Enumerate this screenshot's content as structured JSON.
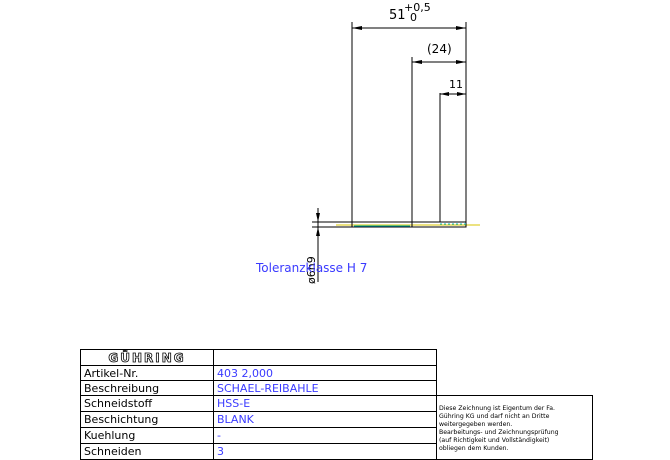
{
  "drawing": {
    "dim_overall": {
      "nominal": "51",
      "upper": "+0,5",
      "lower": "0"
    },
    "dim_ref": "(24)",
    "dim_small": "11",
    "dim_diameter": "ø6h9",
    "tolerance_note": "Toleranzklasse H 7"
  },
  "title_block": {
    "logo": "GÜHRING",
    "rows": [
      {
        "label": "Artikel-Nr.",
        "value": "403 2,000"
      },
      {
        "label": "Beschreibung",
        "value": "SCHAEL-REIBAHLE"
      },
      {
        "label": "Schneidstoff",
        "value": "HSS-E"
      },
      {
        "label": "Beschichtung",
        "value": "BLANK"
      },
      {
        "label": "Kuehlung",
        "value": "-"
      },
      {
        "label": "Schneiden",
        "value": "3"
      }
    ],
    "copyright_lines": [
      "Diese Zeichnung ist Eigentum der Fa.",
      "Gühring KG und darf nicht an Dritte",
      "weitergegeben werden.",
      "Bearbeitungs- und Zeichnungsprüfung",
      "(auf Richtigkeit und Vollständigkeit)",
      "obliegen dem Kunden."
    ]
  },
  "colors": {
    "line": "#000000",
    "value_text": "#3a3aff",
    "label_text": "#000000",
    "axis_yellow": "#d8c400",
    "cyan": "#00b8c8"
  }
}
